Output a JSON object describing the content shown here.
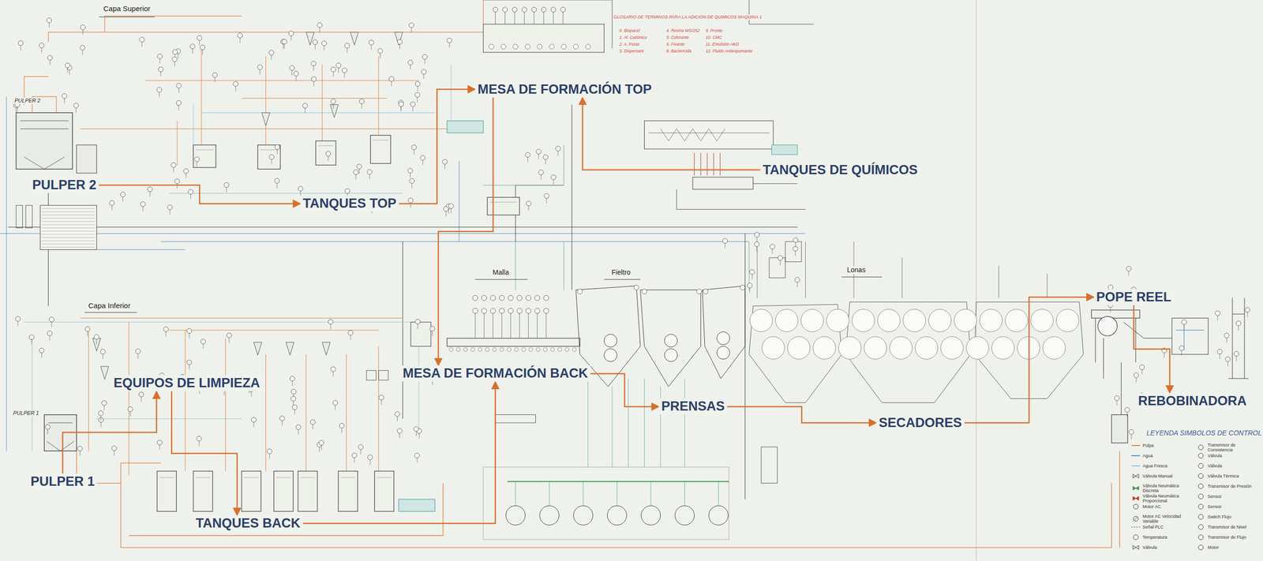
{
  "diagram": {
    "nodes": [
      {
        "text": [
          "PULPER 2"
        ]
      },
      {
        "text": [
          "TANQUES TOP"
        ]
      },
      {
        "text": [
          "MESA DE FORMACIÓN TOP"
        ]
      },
      {
        "text": [
          "TANQUES DE QUÍMICOS"
        ]
      },
      {
        "text": [
          "PULPER 1"
        ]
      },
      {
        "text": [
          "EQUIPOS DE LIMPIEZA"
        ]
      },
      {
        "text": [
          "TANQUES BACK"
        ]
      },
      {
        "text": [
          "MESA DE FORMACIÓN BACK"
        ]
      },
      {
        "text": [
          "PRENSAS"
        ]
      },
      {
        "text": [
          "SECADORES"
        ]
      },
      {
        "text": [
          "POPE REEL"
        ]
      },
      {
        "text": [
          "REBOBINADORA"
        ]
      }
    ],
    "edges": [
      {
        "from": 0,
        "to": 1,
        "arrow": "to"
      },
      {
        "from": 1,
        "to": 2,
        "arrow": "to"
      },
      {
        "from": 3,
        "to": 2,
        "arrow": "to"
      },
      {
        "from": 4,
        "to": 5,
        "arrow": "to"
      },
      {
        "from": 5,
        "to": 6,
        "arrow": "to"
      },
      {
        "from": 6,
        "to": 7,
        "arrow": "to"
      },
      {
        "from": 2,
        "to": 7,
        "arrow": "to"
      },
      {
        "from": 7,
        "to": 8,
        "arrow": "to"
      },
      {
        "from": 8,
        "to": 9,
        "arrow": "to"
      },
      {
        "from": 9,
        "to": 10,
        "arrow": "to"
      },
      {
        "from": 10,
        "to": 11,
        "arrow": "to"
      }
    ],
    "labels": [
      "Capa Superior",
      "Capa Inferior",
      "Malla",
      "Fieltro",
      "Lonas",
      "GLOSARIO DE TERMINOS PARA LA ADICION DE QUIMICOS MAQUINA 1",
      "0. Biopacel",
      "1. Al. Catiónico",
      "2. A. Pasta",
      "3. Dispersant",
      "4. Resina WS/252",
      "5. Colorante",
      "6. Fixante",
      "8. Bactericida",
      "9. Pronto",
      "10. CMC",
      "11. Emulsión AKD",
      "12. Fluido Antiespumante",
      "PULPER 2",
      "PULPER 1",
      "LEYENDA SIMBOLOS DE CONTROL"
    ],
    "legend": [
      {
        "text": "Pulpa"
      },
      {
        "text": "Agua"
      },
      {
        "text": "Agua Fresca"
      },
      {
        "text": "Válvula Manual"
      },
      {
        "text": "Válvula Neumática Discreta"
      },
      {
        "text": "Válvula Neumática Proporcional"
      },
      {
        "text": "Motor AC"
      },
      {
        "text": "Motor AC Velocidad Variable"
      },
      {
        "text": "Señal PLC"
      },
      {
        "text": "Temperatura"
      },
      {
        "text": "Válvula"
      },
      {
        "text": "Transmisor de Consistencia"
      },
      {
        "text": "Válvula"
      },
      {
        "text": "Válvula"
      },
      {
        "text": "Válvula Térmica"
      },
      {
        "text": "Transmisor de Presión"
      },
      {
        "text": "Sensor"
      },
      {
        "text": "Sensor"
      },
      {
        "text": "Switch Flujo"
      },
      {
        "text": "Transmisor de Nivel"
      },
      {
        "text": "Transmisor de Flujo"
      },
      {
        "text": "Motor"
      }
    ]
  }
}
